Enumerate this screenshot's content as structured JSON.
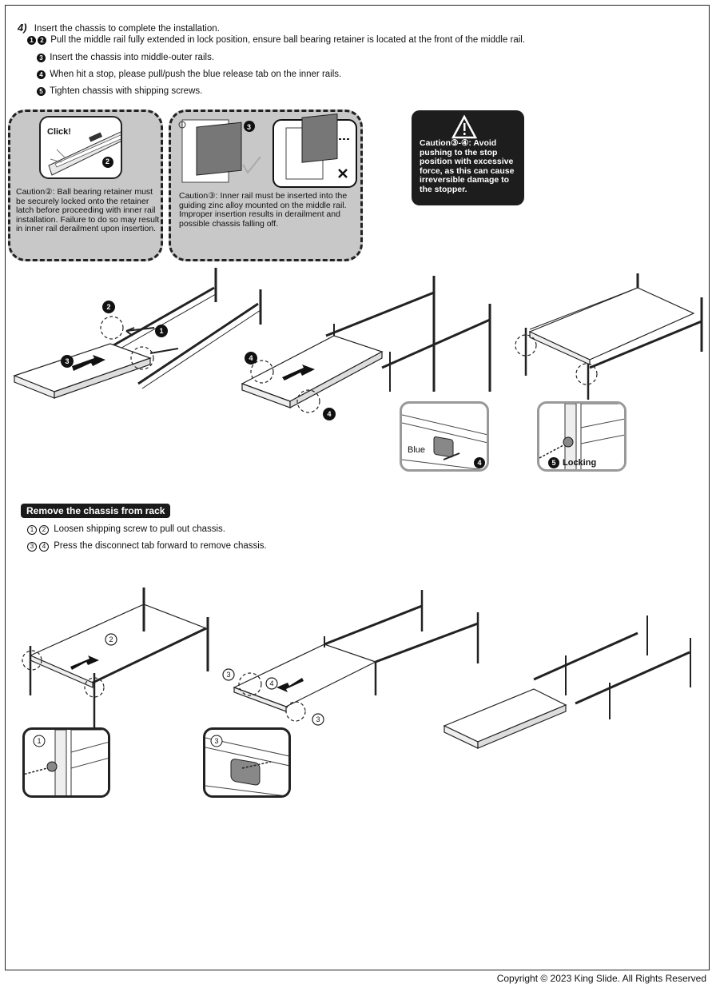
{
  "step": {
    "number": "4)",
    "title": "Insert the chassis to complete the installation.",
    "items": [
      {
        "marks": [
          "1",
          "2"
        ],
        "text": "Pull the middle rail fully extended in lock position, ensure ball bearing retainer is located at the front of the middle rail."
      },
      {
        "marks": [
          "3"
        ],
        "text": "Insert the chassis into middle-outer rails."
      },
      {
        "marks": [
          "4"
        ],
        "text": "When hit a stop, please pull/push the blue release tab on the inner rails."
      },
      {
        "marks": [
          "5"
        ],
        "text": "Tighten chassis with shipping screws."
      }
    ]
  },
  "cautions": {
    "c2_label": "Click!",
    "c2_mark": "2",
    "c2_text": "Caution②: Ball bearing retainer must be securely locked onto the retainer latch before proceeding with inner rail installation. Failure to do so may result in inner rail derailment upon insertion.",
    "c3_mark": "3",
    "c3_text": "Caution③: Inner rail must be inserted into the guiding zinc alloy mounted on the middle rail. Improper insertion results in derailment and possible chassis falling off.",
    "c34_text": "Caution③-④: Avoid pushing to the stop position with excessive force, as this can cause irreversible damage to the stopper."
  },
  "install_figure": {
    "marks": [
      "1",
      "2",
      "3",
      "4",
      "4",
      "4",
      "5"
    ],
    "blue_label": "Blue",
    "locking_label": "Locking"
  },
  "remove": {
    "title": "Remove the chassis from rack",
    "items": [
      {
        "marks": [
          "1",
          "2"
        ],
        "text": "Loosen shipping screw to pull out chassis."
      },
      {
        "marks": [
          "3",
          "4"
        ],
        "text": "Press the disconnect tab forward to remove chassis."
      }
    ],
    "figure_marks": [
      "1",
      "2",
      "3",
      "3",
      "3",
      "4"
    ]
  },
  "footer": {
    "copyright": "Copyright © 2023 King Slide. All Rights Reserved"
  }
}
